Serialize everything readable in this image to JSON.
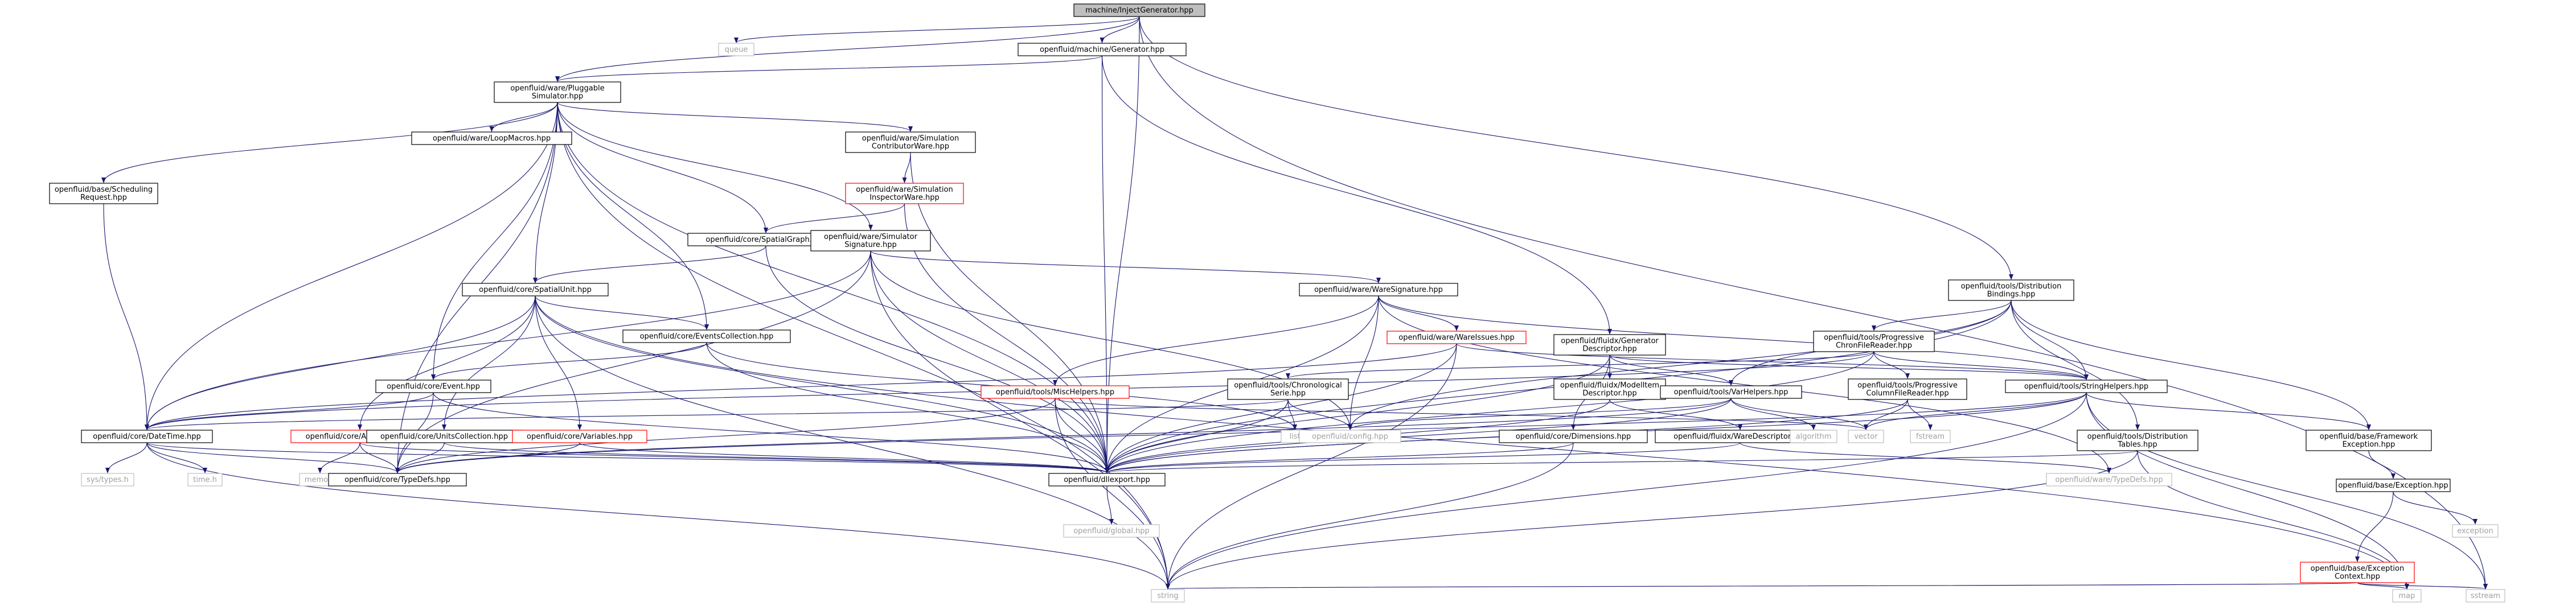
{
  "graph": {
    "root": "machine/InjectGenerator.hpp",
    "nodes": [
      {
        "id": "root",
        "lines": [
          "machine/InjectGenerator.hpp"
        ],
        "style": "root"
      },
      {
        "id": "queue",
        "lines": [
          "queue"
        ],
        "style": "grey"
      },
      {
        "id": "generator",
        "lines": [
          "openfluid/machine/Generator.hpp"
        ],
        "style": "normal"
      },
      {
        "id": "plugsim",
        "lines": [
          "openfluid/ware/Pluggable",
          "Simulator.hpp"
        ],
        "style": "normal"
      },
      {
        "id": "loopmacros",
        "lines": [
          "openfluid/ware/LoopMacros.hpp"
        ],
        "style": "normal"
      },
      {
        "id": "simcontrib",
        "lines": [
          "openfluid/ware/Simulation",
          "ContributorWare.hpp"
        ],
        "style": "normal"
      },
      {
        "id": "siminspect",
        "lines": [
          "openfluid/ware/Simulation",
          "InspectorWare.hpp"
        ],
        "style": "red"
      },
      {
        "id": "schedreq",
        "lines": [
          "openfluid/base/Scheduling",
          "Request.hpp"
        ],
        "style": "normal"
      },
      {
        "id": "spatialgraph",
        "lines": [
          "openfluid/core/SpatialGraph.hpp"
        ],
        "style": "normal"
      },
      {
        "id": "simsig",
        "lines": [
          "openfluid/ware/Simulator",
          "Signature.hpp"
        ],
        "style": "normal"
      },
      {
        "id": "spatialunit",
        "lines": [
          "openfluid/core/SpatialUnit.hpp"
        ],
        "style": "normal"
      },
      {
        "id": "waresig",
        "lines": [
          "openfluid/ware/WareSignature.hpp"
        ],
        "style": "normal"
      },
      {
        "id": "distbind",
        "lines": [
          "openfluid/tools/Distribution",
          "Bindings.hpp"
        ],
        "style": "normal"
      },
      {
        "id": "eventscoll",
        "lines": [
          "openfluid/core/EventsCollection.hpp"
        ],
        "style": "normal"
      },
      {
        "id": "wareissues",
        "lines": [
          "openfluid/ware/WareIssues.hpp"
        ],
        "style": "red"
      },
      {
        "id": "gendesc",
        "lines": [
          "openfluid/fluidx/Generator",
          "Descriptor.hpp"
        ],
        "style": "normal"
      },
      {
        "id": "progchron",
        "lines": [
          "openfluid/tools/Progressive",
          "ChronFileReader.hpp"
        ],
        "style": "normal"
      },
      {
        "id": "event",
        "lines": [
          "openfluid/core/Event.hpp"
        ],
        "style": "normal"
      },
      {
        "id": "mischelpers",
        "lines": [
          "openfluid/tools/MiscHelpers.hpp"
        ],
        "style": "red"
      },
      {
        "id": "chronoserie",
        "lines": [
          "openfluid/tools/Chronological",
          "Serie.hpp"
        ],
        "style": "normal"
      },
      {
        "id": "modelitem",
        "lines": [
          "openfluid/fluidx/ModelItem",
          "Descriptor.hpp"
        ],
        "style": "normal"
      },
      {
        "id": "varhelpers",
        "lines": [
          "openfluid/tools/VarHelpers.hpp"
        ],
        "style": "normal"
      },
      {
        "id": "progcol",
        "lines": [
          "openfluid/tools/Progressive",
          "ColumnFileReader.hpp"
        ],
        "style": "normal"
      },
      {
        "id": "stringhelpers",
        "lines": [
          "openfluid/tools/StringHelpers.hpp"
        ],
        "style": "normal"
      },
      {
        "id": "datetime",
        "lines": [
          "openfluid/core/DateTime.hpp"
        ],
        "style": "normal"
      },
      {
        "id": "attributes",
        "lines": [
          "openfluid/core/Attributes.hpp"
        ],
        "style": "red"
      },
      {
        "id": "unitscoll",
        "lines": [
          "openfluid/core/UnitsCollection.hpp"
        ],
        "style": "normal"
      },
      {
        "id": "variables",
        "lines": [
          "openfluid/core/Variables.hpp"
        ],
        "style": "red"
      },
      {
        "id": "list",
        "lines": [
          "list"
        ],
        "style": "grey"
      },
      {
        "id": "config",
        "lines": [
          "openfluid/config.hpp"
        ],
        "style": "grey"
      },
      {
        "id": "dimensions",
        "lines": [
          "openfluid/core/Dimensions.hpp"
        ],
        "style": "normal"
      },
      {
        "id": "waredesc",
        "lines": [
          "openfluid/fluidx/WareDescriptor.hpp"
        ],
        "style": "normal"
      },
      {
        "id": "algorithm",
        "lines": [
          "algorithm"
        ],
        "style": "grey"
      },
      {
        "id": "vector",
        "lines": [
          "vector"
        ],
        "style": "grey"
      },
      {
        "id": "fstream",
        "lines": [
          "fstream"
        ],
        "style": "grey"
      },
      {
        "id": "disttables",
        "lines": [
          "openfluid/tools/Distribution",
          "Tables.hpp"
        ],
        "style": "normal"
      },
      {
        "id": "fwexception",
        "lines": [
          "openfluid/base/Framework",
          "Exception.hpp"
        ],
        "style": "normal"
      },
      {
        "id": "systypes",
        "lines": [
          "sys/types.h"
        ],
        "style": "grey"
      },
      {
        "id": "timeh",
        "lines": [
          "time.h"
        ],
        "style": "grey"
      },
      {
        "id": "memory",
        "lines": [
          "memory"
        ],
        "style": "grey"
      },
      {
        "id": "coretypedefs",
        "lines": [
          "openfluid/core/TypeDefs.hpp"
        ],
        "style": "normal"
      },
      {
        "id": "dllexport",
        "lines": [
          "openfluid/dllexport.hpp"
        ],
        "style": "normal"
      },
      {
        "id": "waretypedefs",
        "lines": [
          "openfluid/ware/TypeDefs.hpp"
        ],
        "style": "grey"
      },
      {
        "id": "exception",
        "lines": [
          "openfluid/base/Exception.hpp"
        ],
        "style": "normal"
      },
      {
        "id": "exceptionstd",
        "lines": [
          "exception"
        ],
        "style": "grey"
      },
      {
        "id": "global",
        "lines": [
          "openfluid/global.hpp"
        ],
        "style": "grey"
      },
      {
        "id": "exccontext",
        "lines": [
          "openfluid/base/Exception",
          "Context.hpp"
        ],
        "style": "red"
      },
      {
        "id": "string",
        "lines": [
          "string"
        ],
        "style": "grey"
      },
      {
        "id": "map",
        "lines": [
          "map"
        ],
        "style": "grey"
      },
      {
        "id": "sstream",
        "lines": [
          "sstream"
        ],
        "style": "grey"
      }
    ],
    "edges": [
      [
        "root",
        "queue"
      ],
      [
        "root",
        "generator"
      ],
      [
        "root",
        "plugsim"
      ],
      [
        "root",
        "distbind"
      ],
      [
        "root",
        "dllexport"
      ],
      [
        "root",
        "sstream"
      ],
      [
        "generator",
        "plugsim"
      ],
      [
        "generator",
        "gendesc"
      ],
      [
        "generator",
        "dllexport"
      ],
      [
        "plugsim",
        "loopmacros"
      ],
      [
        "plugsim",
        "simcontrib"
      ],
      [
        "plugsim",
        "schedreq"
      ],
      [
        "plugsim",
        "spatialgraph"
      ],
      [
        "plugsim",
        "simsig"
      ],
      [
        "plugsim",
        "spatialunit"
      ],
      [
        "plugsim",
        "eventscoll"
      ],
      [
        "plugsim",
        "event"
      ],
      [
        "plugsim",
        "datetime"
      ],
      [
        "plugsim",
        "coretypedefs"
      ],
      [
        "plugsim",
        "dllexport"
      ],
      [
        "plugsim",
        "string"
      ],
      [
        "simcontrib",
        "siminspect"
      ],
      [
        "simcontrib",
        "dllexport"
      ],
      [
        "siminspect",
        "spatialgraph"
      ],
      [
        "siminspect",
        "dllexport"
      ],
      [
        "schedreq",
        "datetime"
      ],
      [
        "spatialgraph",
        "spatialunit"
      ],
      [
        "spatialgraph",
        "dllexport"
      ],
      [
        "simsig",
        "waresig"
      ],
      [
        "simsig",
        "datetime"
      ],
      [
        "simsig",
        "dllexport"
      ],
      [
        "simsig",
        "string"
      ],
      [
        "simsig",
        "config"
      ],
      [
        "simsig",
        "coretypedefs"
      ],
      [
        "spatialunit",
        "eventscoll"
      ],
      [
        "spatialunit",
        "attributes"
      ],
      [
        "spatialunit",
        "unitscoll"
      ],
      [
        "spatialunit",
        "variables"
      ],
      [
        "spatialunit",
        "datetime"
      ],
      [
        "spatialunit",
        "dllexport"
      ],
      [
        "spatialunit",
        "string"
      ],
      [
        "spatialunit",
        "map"
      ],
      [
        "waresig",
        "wareissues"
      ],
      [
        "waresig",
        "mischelpers"
      ],
      [
        "waresig",
        "stringhelpers"
      ],
      [
        "waresig",
        "dllexport"
      ],
      [
        "waresig",
        "config"
      ],
      [
        "waresig",
        "waretypedefs"
      ],
      [
        "eventscoll",
        "event"
      ],
      [
        "eventscoll",
        "dllexport"
      ],
      [
        "eventscoll",
        "list"
      ],
      [
        "wareissues",
        "datetime"
      ],
      [
        "wareissues",
        "dllexport"
      ],
      [
        "wareissues",
        "string"
      ],
      [
        "wareissues",
        "stringhelpers"
      ],
      [
        "distbind",
        "progchron"
      ],
      [
        "distbind",
        "varhelpers"
      ],
      [
        "distbind",
        "stringhelpers"
      ],
      [
        "distbind",
        "disttables"
      ],
      [
        "distbind",
        "fwexception"
      ],
      [
        "distbind",
        "dllexport"
      ],
      [
        "distbind",
        "config"
      ],
      [
        "gendesc",
        "modelitem"
      ],
      [
        "gendesc",
        "dimensions"
      ],
      [
        "gendesc",
        "varhelpers"
      ],
      [
        "gendesc",
        "stringhelpers"
      ],
      [
        "gendesc",
        "dllexport"
      ],
      [
        "progchron",
        "chronoserie"
      ],
      [
        "progchron",
        "progcol"
      ],
      [
        "progchron",
        "stringhelpers"
      ],
      [
        "progchron",
        "dllexport"
      ],
      [
        "progchron",
        "datetime"
      ],
      [
        "event",
        "datetime"
      ],
      [
        "event",
        "coretypedefs"
      ],
      [
        "event",
        "dllexport"
      ],
      [
        "mischelpers",
        "dllexport"
      ],
      [
        "mischelpers",
        "string"
      ],
      [
        "mischelpers",
        "coretypedefs"
      ],
      [
        "mischelpers",
        "vector"
      ],
      [
        "chronoserie",
        "list"
      ],
      [
        "chronoserie",
        "config"
      ],
      [
        "chronoserie",
        "dllexport"
      ],
      [
        "chronoserie",
        "datetime"
      ],
      [
        "modelitem",
        "waredesc"
      ],
      [
        "modelitem",
        "dllexport"
      ],
      [
        "varhelpers",
        "dllexport"
      ],
      [
        "varhelpers",
        "coretypedefs"
      ],
      [
        "varhelpers",
        "algorithm"
      ],
      [
        "varhelpers",
        "vector"
      ],
      [
        "varhelpers",
        "config"
      ],
      [
        "progcol",
        "vector"
      ],
      [
        "progcol",
        "fstream"
      ],
      [
        "progcol",
        "dllexport"
      ],
      [
        "stringhelpers",
        "vector"
      ],
      [
        "stringhelpers",
        "dllexport"
      ],
      [
        "stringhelpers",
        "string"
      ],
      [
        "stringhelpers",
        "map"
      ],
      [
        "stringhelpers",
        "fwexception"
      ],
      [
        "stringhelpers",
        "sstream"
      ],
      [
        "stringhelpers",
        "coretypedefs"
      ],
      [
        "datetime",
        "systypes"
      ],
      [
        "datetime",
        "timeh"
      ],
      [
        "datetime",
        "string"
      ],
      [
        "datetime",
        "coretypedefs"
      ],
      [
        "datetime",
        "dllexport"
      ],
      [
        "attributes",
        "memory"
      ],
      [
        "attributes",
        "coretypedefs"
      ],
      [
        "attributes",
        "dllexport"
      ],
      [
        "unitscoll",
        "coretypedefs"
      ],
      [
        "unitscoll",
        "dllexport"
      ],
      [
        "variables",
        "coretypedefs"
      ],
      [
        "variables",
        "dllexport"
      ],
      [
        "dimensions",
        "dllexport"
      ],
      [
        "dimensions",
        "string"
      ],
      [
        "waredesc",
        "dllexport"
      ],
      [
        "waredesc",
        "waretypedefs"
      ],
      [
        "disttables",
        "dllexport"
      ],
      [
        "disttables",
        "map"
      ],
      [
        "disttables",
        "string"
      ],
      [
        "fwexception",
        "exception"
      ],
      [
        "exception",
        "exceptionstd"
      ],
      [
        "exception",
        "exccontext"
      ],
      [
        "exccontext",
        "map"
      ],
      [
        "exccontext",
        "string"
      ],
      [
        "exccontext",
        "sstream"
      ],
      [
        "dllexport",
        "global"
      ]
    ]
  }
}
